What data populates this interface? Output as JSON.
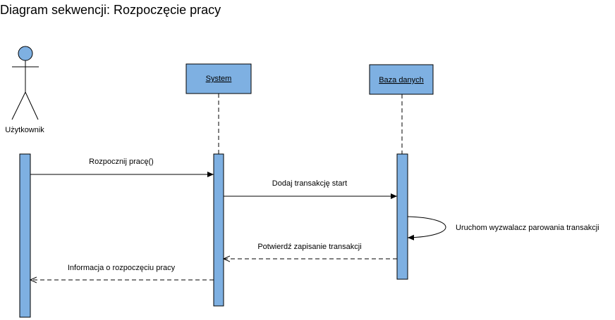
{
  "title": "Diagram sekwencji: Rozpoczęcie pracy",
  "colors": {
    "box_fill": "#7eb0e2",
    "stroke": "#000000",
    "actor_head": "#7eb0e2"
  },
  "actor": {
    "label": "Użytkownik",
    "icon": "stick-figure-icon"
  },
  "participants": [
    {
      "label": "System"
    },
    {
      "label": "Baza danych"
    }
  ],
  "messages": [
    {
      "label": "Rozpocznij pracę()",
      "style": "solid"
    },
    {
      "label": "Dodaj transakcję start",
      "style": "solid"
    },
    {
      "label": "Uruchom wyzwalacz parowania transakcji",
      "style": "self"
    },
    {
      "label": "Potwierdź zapisanie transakcji",
      "style": "dashed"
    },
    {
      "label": "Informacja o rozpoczęciu pracy",
      "style": "dashed"
    }
  ]
}
